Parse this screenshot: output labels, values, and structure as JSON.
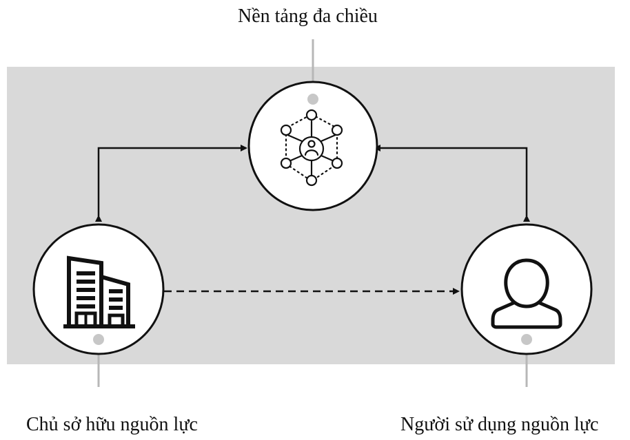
{
  "colors": {
    "background_band": "#d9d9d9",
    "connector_gray": "#b7b7b7",
    "dot_gray": "#c7c7c7",
    "stroke": "#111111",
    "text": "#111111"
  },
  "nodes": {
    "platform": {
      "label": "Nền tảng đa chiều",
      "icon": "network-hub-icon"
    },
    "owner": {
      "label": "Chủ sở hữu nguồn lực",
      "icon": "office-building-icon"
    },
    "user": {
      "label": "Người sử dụng nguồn lực",
      "icon": "user-silhouette-icon"
    }
  }
}
